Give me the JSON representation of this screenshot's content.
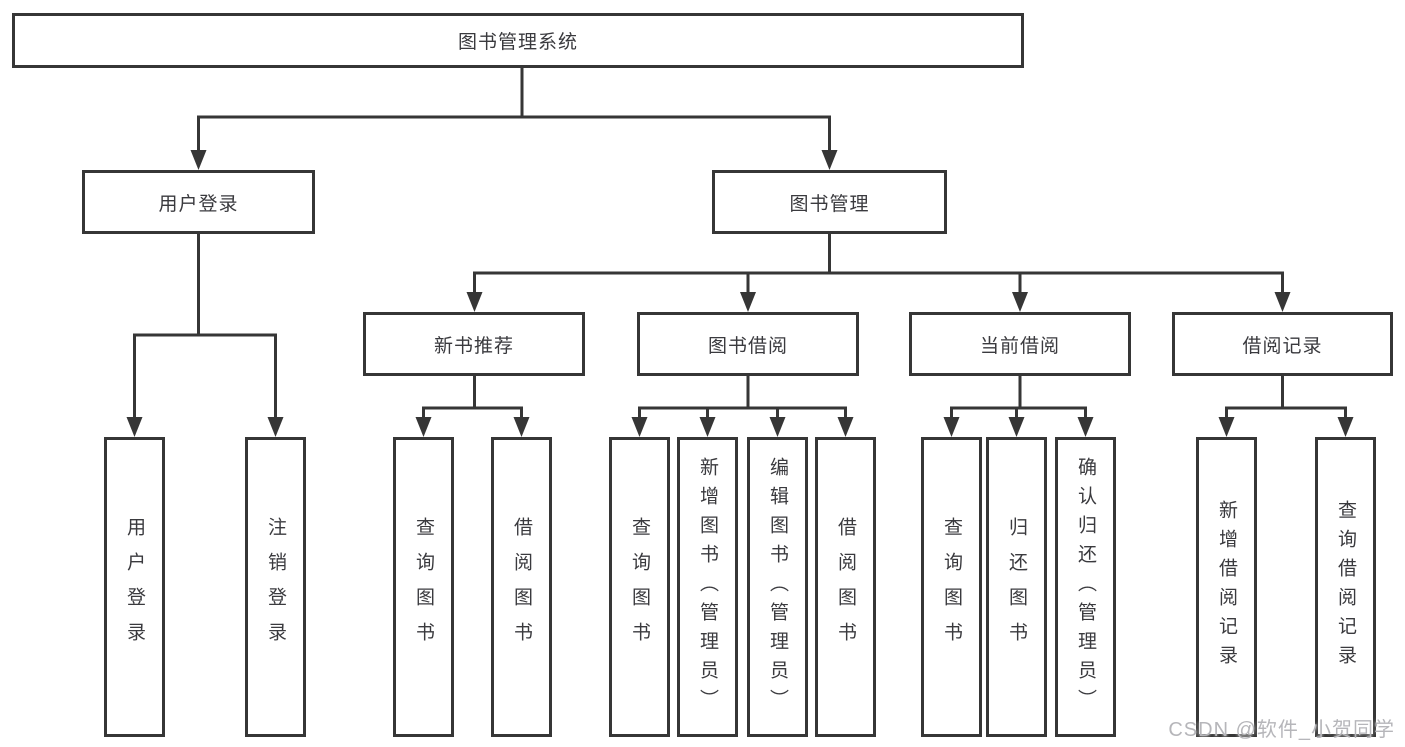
{
  "tree": {
    "root": {
      "label": "图书管理系统"
    },
    "branches": [
      {
        "label": "用户登录",
        "children": [
          {
            "label": "用户登录"
          },
          {
            "label": "注销登录"
          }
        ]
      },
      {
        "label": "图书管理",
        "children": [
          {
            "label": "新书推荐",
            "children": [
              {
                "label": "查询图书"
              },
              {
                "label": "借阅图书"
              }
            ]
          },
          {
            "label": "图书借阅",
            "children": [
              {
                "label": "查询图书"
              },
              {
                "label": "新增图书（管理员）"
              },
              {
                "label": "编辑图书（管理员）"
              },
              {
                "label": "借阅图书"
              }
            ]
          },
          {
            "label": "当前借阅",
            "children": [
              {
                "label": "查询图书"
              },
              {
                "label": "归还图书"
              },
              {
                "label": "确认归还（管理员）"
              }
            ]
          },
          {
            "label": "借阅记录",
            "children": [
              {
                "label": "新增借阅记录"
              },
              {
                "label": "查询借阅记录"
              }
            ]
          }
        ]
      }
    ]
  },
  "watermark": {
    "text": "CSDN @软件_小贺同学"
  },
  "colors": {
    "line": "#363636",
    "box_border": "#363636",
    "text": "#3a3a3e",
    "watermark": "#b6b6ba",
    "background": "#ffffff"
  }
}
